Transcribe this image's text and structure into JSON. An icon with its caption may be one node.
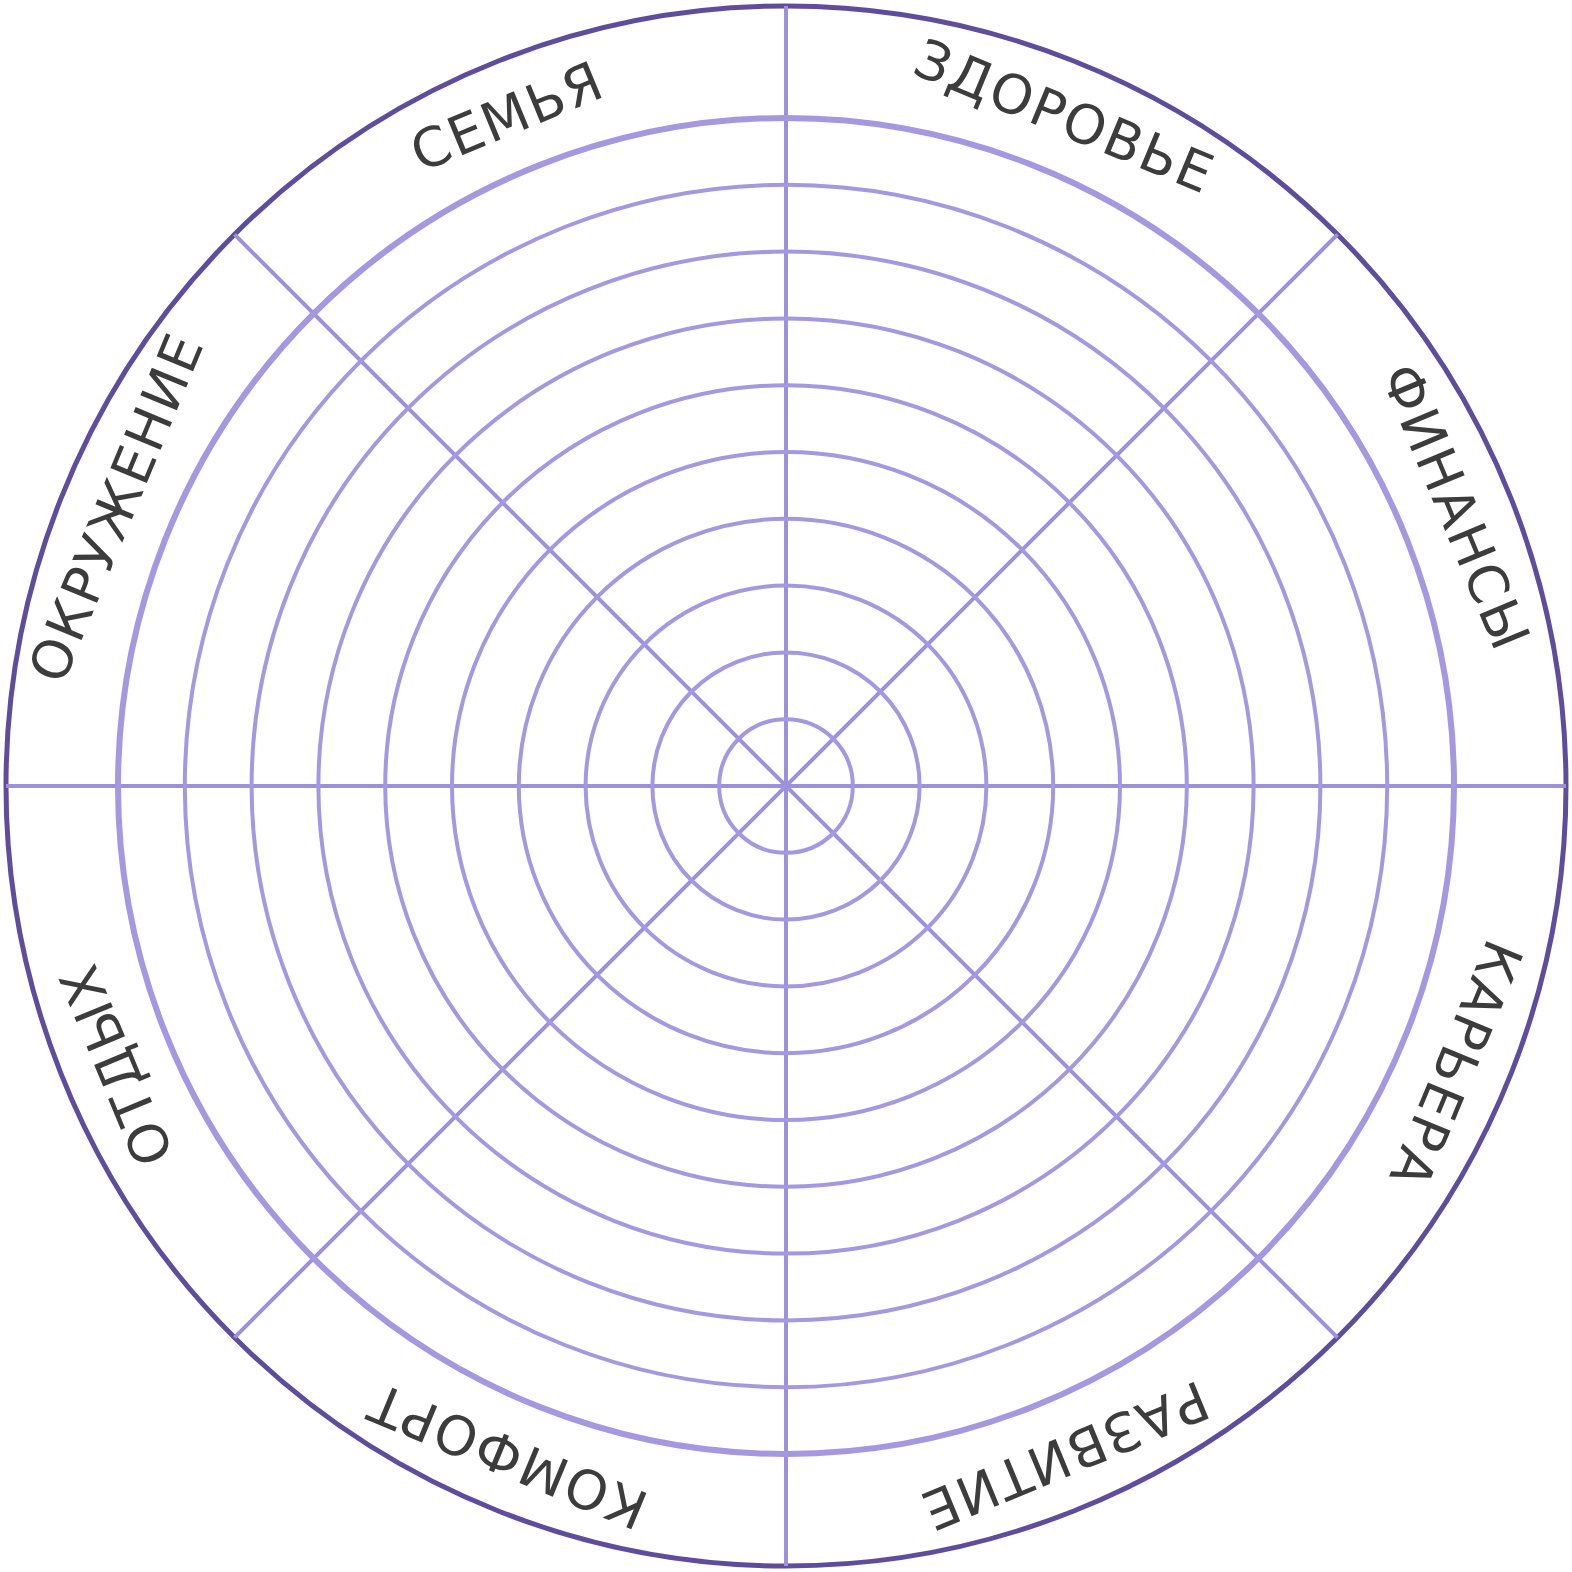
{
  "diagram": {
    "labels": [
      "СЕМЬЯ",
      "ЗДОРОВЬЕ",
      "ФИНАНСЫ",
      "КАРЬЕРА",
      "РАЗВИТИЕ",
      "КОМФОРТ",
      "ОТДЫХ",
      "ОКРУЖЕНИЕ"
    ]
  }
}
